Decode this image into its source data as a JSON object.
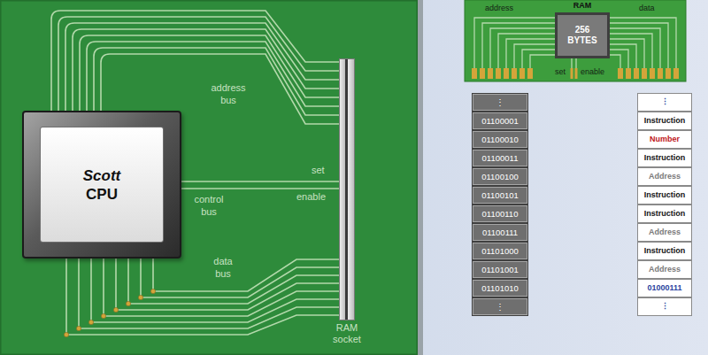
{
  "diagram": {
    "nodes": [
      {
        "text": [
          "Scott",
          "CPU"
        ]
      },
      {
        "text": [
          "RAM socket"
        ]
      },
      {
        "text": [
          "RAM",
          "256 BYTES"
        ]
      }
    ],
    "edges": [
      {
        "from": 0,
        "to": 1,
        "label": "address bus",
        "arrow": "none"
      },
      {
        "from": 0,
        "to": 1,
        "label": "control bus",
        "arrow": "none"
      },
      {
        "from": 0,
        "to": 1,
        "label": "data bus",
        "arrow": "none"
      }
    ],
    "labels": [
      "set",
      "enable",
      "address",
      "data",
      "set",
      "enable",
      "⋮",
      "01100001",
      "01100010",
      "01100011",
      "01100100",
      "01100101",
      "01100110",
      "01100111",
      "01101000",
      "01101001",
      "01101010",
      "⋮",
      "⋮",
      "Instruction",
      "Number",
      "Instruction",
      "Address",
      "Instruction",
      "Instruction",
      "Address",
      "Instruction",
      "Address",
      "01000111",
      "⋮"
    ]
  }
}
